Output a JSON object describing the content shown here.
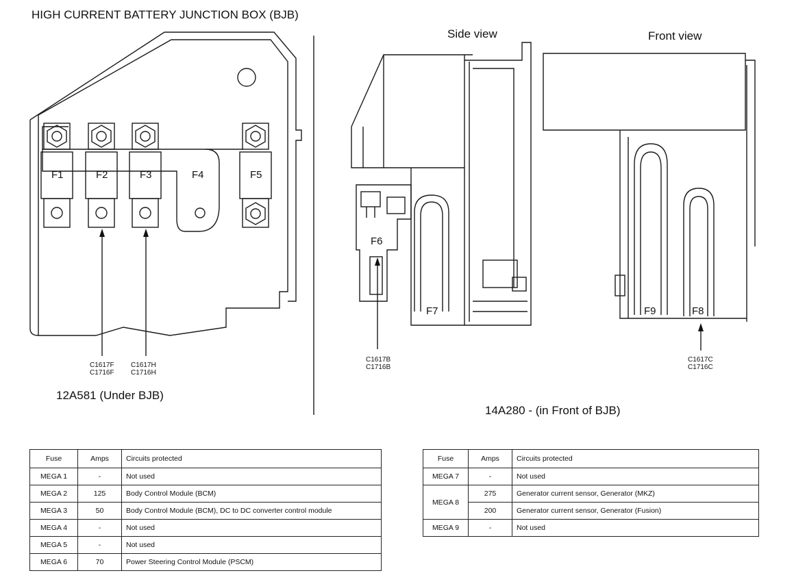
{
  "title": "HIGH CURRENT BATTERY JUNCTION BOX (BJB)",
  "views": {
    "side": "Side view",
    "front": "Front view"
  },
  "fuse_labels": {
    "f1": "F1",
    "f2": "F2",
    "f3": "F3",
    "f4": "F4",
    "f5": "F5",
    "f6": "F6",
    "f7": "F7",
    "f8": "F8",
    "f9": "F9"
  },
  "connectors": {
    "f2_a": "C1617F",
    "f2_b": "C1716F",
    "f3_a": "C1617H",
    "f3_b": "C1716H",
    "f6_a": "C1617B",
    "f6_b": "C1716B",
    "f8_a": "C1617C",
    "f8_b": "C1716C"
  },
  "captions": {
    "left": "12A581 (Under BJB)",
    "right": "14A280 - (in Front of BJB)"
  },
  "table_headers": {
    "fuse": "Fuse",
    "amps": "Amps",
    "circuits": "Circuits protected"
  },
  "left_table": [
    {
      "fuse": "MEGA 1",
      "amps": "-",
      "circuits": "Not used"
    },
    {
      "fuse": "MEGA 2",
      "amps": "125",
      "circuits": "Body Control Module (BCM)"
    },
    {
      "fuse": "MEGA 3",
      "amps": "50",
      "circuits": "Body Control Module (BCM), DC to DC converter control module"
    },
    {
      "fuse": "MEGA 4",
      "amps": "-",
      "circuits": "Not used"
    },
    {
      "fuse": "MEGA 5",
      "amps": "-",
      "circuits": "Not used"
    },
    {
      "fuse": "MEGA 6",
      "amps": "70",
      "circuits": "Power Steering Control Module (PSCM)"
    }
  ],
  "right_table": {
    "mega7": {
      "fuse": "MEGA 7",
      "amps": "-",
      "circuits": "Not used"
    },
    "mega8": {
      "fuse": "MEGA 8",
      "amps_a": "275",
      "circuits_a": "Generator current sensor, Generator (MKZ)",
      "amps_b": "200",
      "circuits_b": "Generator current sensor, Generator (Fusion)"
    },
    "mega9": {
      "fuse": "MEGA 9",
      "amps": "-",
      "circuits": "Not used"
    }
  }
}
